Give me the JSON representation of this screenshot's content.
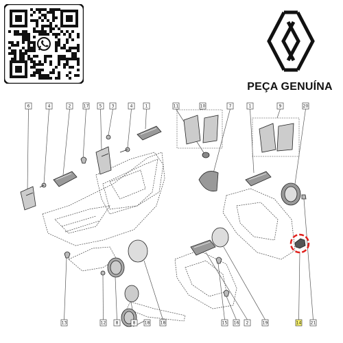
{
  "header": {
    "brand_tagline": "PEÇA GENUÍNA",
    "logo_icon": "renault-diamond-logo-icon",
    "qr_icon": "whatsapp-qr-code-icon"
  },
  "colors": {
    "highlight": "#e0201c",
    "callout_box_yellow": "#f7f16a",
    "line": "#555555"
  },
  "callouts": [
    {
      "id": "6",
      "label": "6"
    },
    {
      "id": "4a",
      "label": "4"
    },
    {
      "id": "2a",
      "label": "2"
    },
    {
      "id": "17",
      "label": "17"
    },
    {
      "id": "5",
      "label": "5"
    },
    {
      "id": "3",
      "label": "3"
    },
    {
      "id": "4b",
      "label": "4"
    },
    {
      "id": "1a",
      "label": "1"
    },
    {
      "id": "11",
      "label": "11"
    },
    {
      "id": "10",
      "label": "10"
    },
    {
      "id": "7",
      "label": "7"
    },
    {
      "id": "1b",
      "label": "1"
    },
    {
      "id": "9",
      "label": "9"
    },
    {
      "id": "20",
      "label": "20"
    },
    {
      "id": "13",
      "label": "13"
    },
    {
      "id": "12",
      "label": "12"
    },
    {
      "id": "8a",
      "label": "8"
    },
    {
      "id": "8b",
      "label": "8"
    },
    {
      "id": "18a",
      "label": "18"
    },
    {
      "id": "18b",
      "label": "18"
    },
    {
      "id": "15",
      "label": "15"
    },
    {
      "id": "16",
      "label": "16"
    },
    {
      "id": "2b",
      "label": "2"
    },
    {
      "id": "19",
      "label": "19"
    },
    {
      "id": "14",
      "label": "14",
      "highlighted": true
    },
    {
      "id": "21",
      "label": "21"
    }
  ]
}
